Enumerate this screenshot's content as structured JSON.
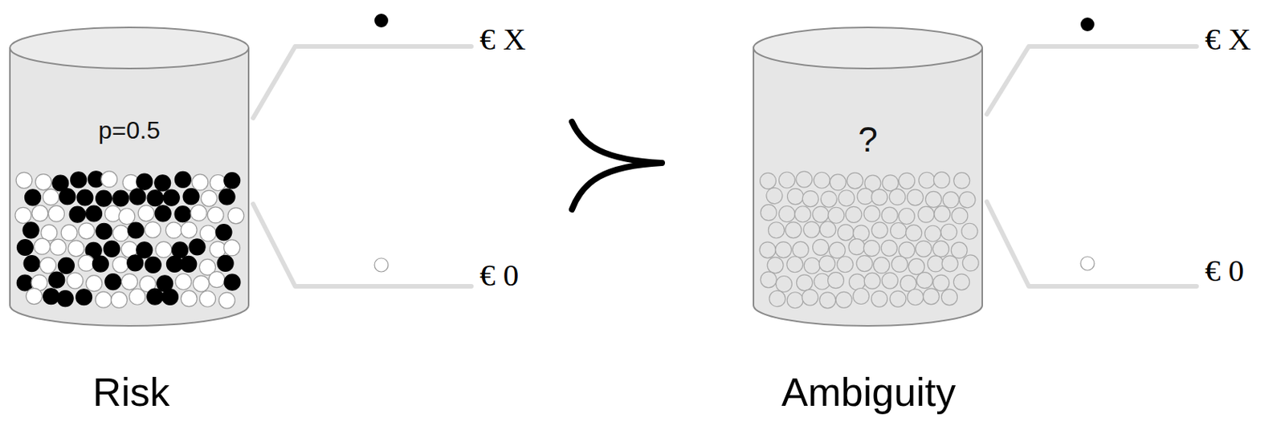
{
  "diagram": {
    "nodes": [
      {
        "text": [
          "p=0.5"
        ]
      },
      {
        "text": [
          "?"
        ]
      }
    ],
    "labels": [
      "€ X",
      "€ 0",
      "€ X",
      "€ 0",
      "Risk",
      "Ambiguity"
    ]
  }
}
